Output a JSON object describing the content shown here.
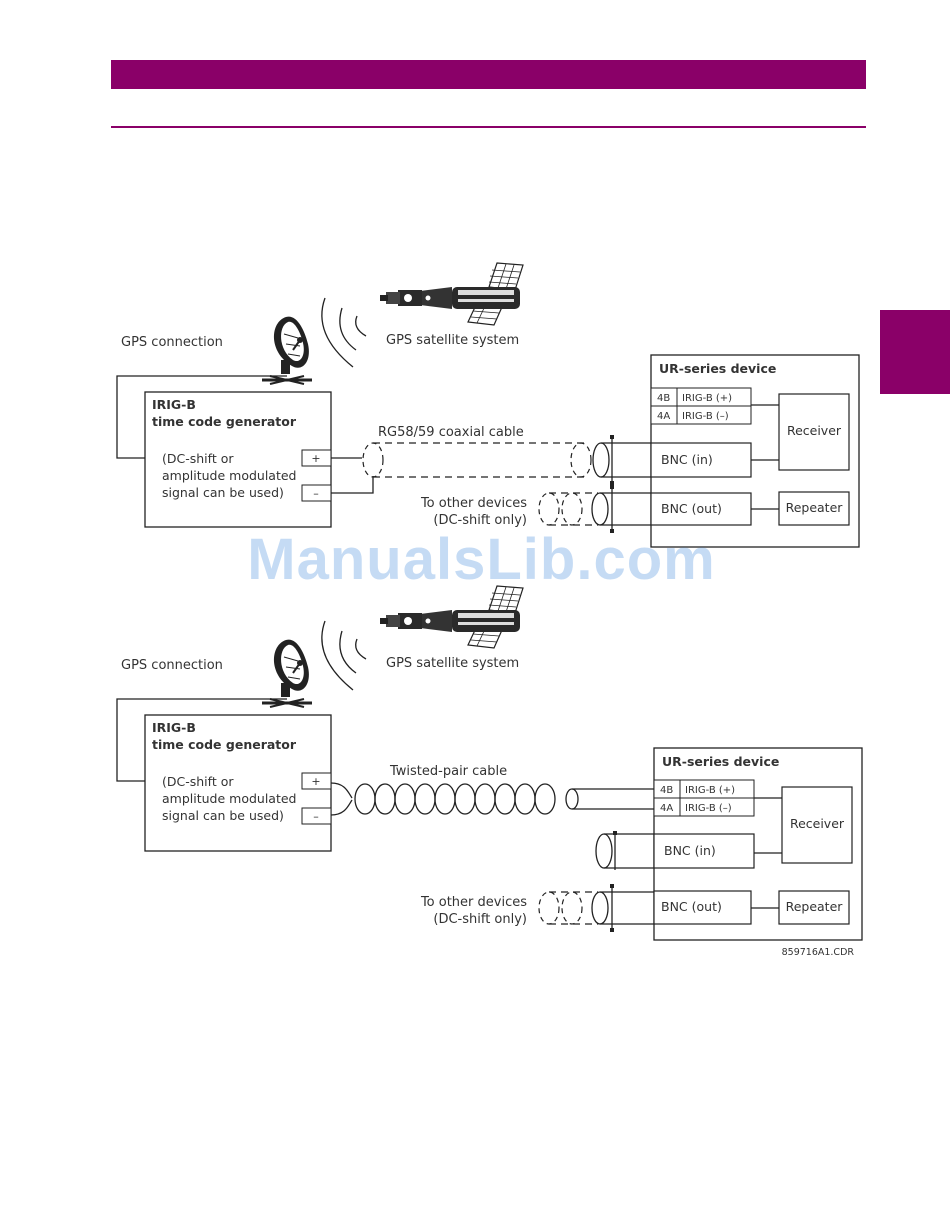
{
  "watermark": "ManualsLib.com",
  "colors": {
    "brand": "#8a0068",
    "watermark": "#9fc3ea"
  },
  "diagram_top": {
    "gps_connection": "GPS connection",
    "gps_satellite_system": "GPS satellite system",
    "generator": {
      "title": "IRIG-B",
      "subtitle": "time code generator",
      "note_lines": [
        "(DC-shift or",
        "amplitude modulated",
        "signal can be used)"
      ],
      "plus": "+",
      "minus": "–"
    },
    "cable_label": "RG58/59 coaxial cable",
    "other_devices": "To other devices",
    "other_devices_sub": "(DC-shift only)",
    "device": {
      "title": "UR-series device",
      "terminals": [
        {
          "pin": "4B",
          "signal": "IRIG-B (+)"
        },
        {
          "pin": "4A",
          "signal": "IRIG-B (–)"
        }
      ],
      "bnc_in": "BNC (in)",
      "bnc_out": "BNC (out)",
      "receiver": "Receiver",
      "repeater": "Repeater"
    }
  },
  "diagram_bottom": {
    "gps_connection": "GPS connection",
    "gps_satellite_system": "GPS satellite system",
    "generator": {
      "title": "IRIG-B",
      "subtitle": "time code generator",
      "note_lines": [
        "(DC-shift or",
        "amplitude modulated",
        "signal can be used)"
      ],
      "plus": "+",
      "minus": "–"
    },
    "cable_label": "Twisted-pair cable",
    "other_devices": "To other devices",
    "other_devices_sub": "(DC-shift only)",
    "device": {
      "title": "UR-series device",
      "terminals": [
        {
          "pin": "4B",
          "signal": "IRIG-B (+)"
        },
        {
          "pin": "4A",
          "signal": "IRIG-B (–)"
        }
      ],
      "bnc_in": "BNC (in)",
      "bnc_out": "BNC (out)",
      "receiver": "Receiver",
      "repeater": "Repeater"
    },
    "drawing_code": "859716A1.CDR"
  }
}
